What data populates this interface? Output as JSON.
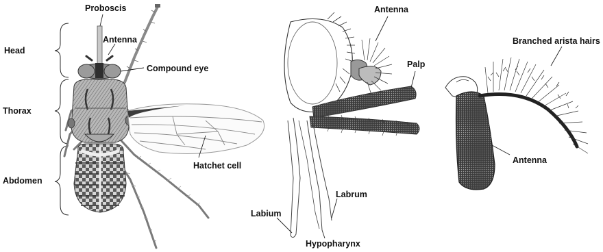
{
  "figure": {
    "panels": [
      {
        "name": "whole-fly-dorsal",
        "regions": {
          "head": "Head",
          "thorax": "Thorax",
          "abdomen": "Abdomen"
        },
        "labels": {
          "proboscis": "Proboscis",
          "antenna": "Antenna",
          "compound_eye": "Compound eye",
          "hatchet_cell": "Hatchet cell"
        }
      },
      {
        "name": "head-lateral",
        "labels": {
          "antenna": "Antenna",
          "palp": "Palp",
          "labrum": "Labrum",
          "labium": "Labium",
          "hypopharynx": "Hypopharynx"
        }
      },
      {
        "name": "antenna-detail",
        "labels": {
          "branched_arista_hairs": "Branched arista hairs",
          "antenna": "Antenna"
        }
      }
    ]
  },
  "colors": {
    "ink": "#2a2a2a",
    "body_grey": "#9a9a9a",
    "dark_grey": "#4a4a4a",
    "wing_vein": "#8a8a8a"
  }
}
